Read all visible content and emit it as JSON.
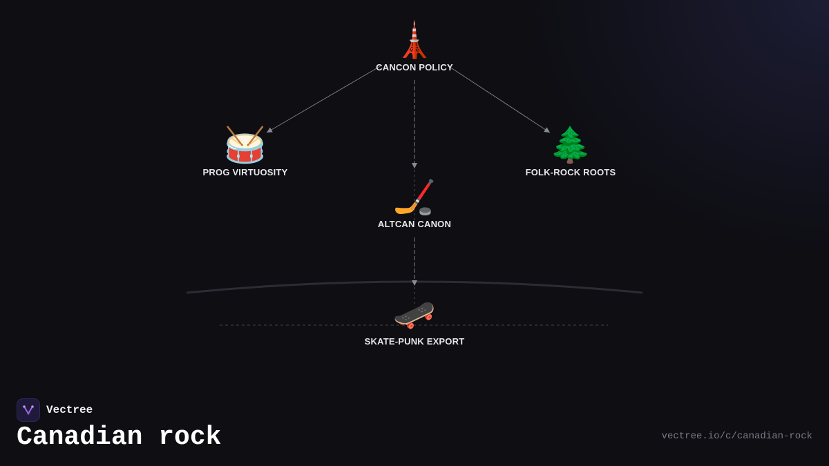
{
  "brand": {
    "name": "Vectree",
    "logo_icon": "vectree-logo-icon"
  },
  "page": {
    "title": "Canadian rock",
    "url": "vectree.io/c/canadian-rock"
  },
  "diagram": {
    "nodes": [
      {
        "id": "cancon",
        "emoji": "🗼",
        "icon": "tower-icon",
        "label": "CANCON POLICY"
      },
      {
        "id": "prog",
        "emoji": "🥁",
        "icon": "drum-icon",
        "label": "PROG VIRTUOSITY"
      },
      {
        "id": "folk",
        "emoji": "🌲",
        "icon": "evergreen-tree-icon",
        "label": "FOLK-ROCK ROOTS"
      },
      {
        "id": "altcan",
        "emoji": "🏒",
        "icon": "hockey-stick-icon",
        "label": "ALTCAN CANON"
      },
      {
        "id": "skate",
        "emoji": "🛹",
        "icon": "skateboard-icon",
        "label": "SKATE-PUNK EXPORT"
      }
    ],
    "edges": [
      {
        "from": "cancon",
        "to": "prog",
        "style": "solid"
      },
      {
        "from": "cancon",
        "to": "folk",
        "style": "solid"
      },
      {
        "from": "cancon",
        "to": "altcan",
        "style": "dashed"
      },
      {
        "from": "altcan",
        "to": "skate",
        "style": "dashed"
      }
    ],
    "colors": {
      "background": "#0e0e13",
      "edge": "#8a8a94",
      "label": "#e6e6ec",
      "horizon": "#2c2c34"
    }
  }
}
